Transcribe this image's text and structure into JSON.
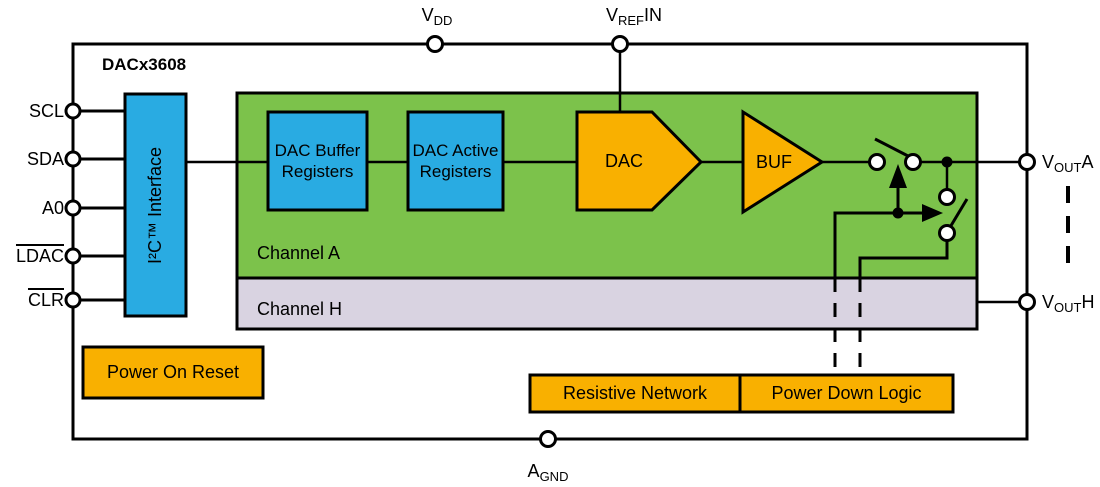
{
  "title": "DACx3608",
  "colors": {
    "blue": "#29ABE2",
    "green": "#7CC24B",
    "lavender": "#D9D3E1",
    "orange": "#F9B000",
    "line": "#000000"
  },
  "pins": [
    {
      "label": "SCL",
      "overline": false
    },
    {
      "label": "SDA",
      "overline": false
    },
    {
      "label": "A0",
      "overline": false
    },
    {
      "label": "LDAC",
      "overline": true
    },
    {
      "label": "CLR",
      "overline": true
    }
  ],
  "top_terminals": {
    "vdd": {
      "main": "V",
      "sub": "DD",
      "suffix": ""
    },
    "vref": {
      "main": "V",
      "sub": "REF",
      "suffix": "IN"
    }
  },
  "outputs": {
    "vouta": {
      "main": "V",
      "sub": "OUT",
      "suffix": "A"
    },
    "vouth": {
      "main": "V",
      "sub": "OUT",
      "suffix": "H"
    }
  },
  "ground": {
    "main": "A",
    "sub": "GND",
    "suffix": ""
  },
  "blocks": {
    "i2c": "I²C™ Interface",
    "dac_buffer": "DAC Buffer Registers",
    "dac_active": "DAC Active Registers",
    "dac": "DAC",
    "buf": "BUF",
    "power_on_reset": "Power On Reset",
    "resistive_network": "Resistive Network",
    "power_down_logic": "Power Down Logic"
  },
  "channels": {
    "a": "Channel A",
    "h": "Channel H"
  }
}
